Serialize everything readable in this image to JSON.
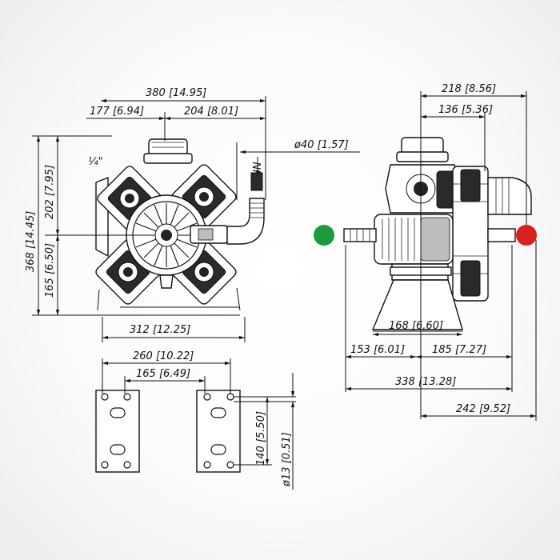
{
  "dims": {
    "w380": "380 [14.95]",
    "w177": "177 [6.94]",
    "w204": "204 [8.01]",
    "d40": "ø40 [1.57]",
    "in_label": "IN",
    "thread": "¼\"",
    "h368": "368 [14.45]",
    "h202": "202 [7.95]",
    "h165": "165 [6.50]",
    "w312": "312 [12.25]",
    "w260": "260 [10.22]",
    "w165": "165 [6.49]",
    "h140": "140 [5.50]",
    "d13": "ø13 [0.51]",
    "w218": "218 [8.56]",
    "w136": "136 [5.36]",
    "w168": "168 [6.60]",
    "w153": "153 [6.01]",
    "w185": "185 [7.27]",
    "w338": "338 [13.28]",
    "w242": "242 [9.52]"
  },
  "colors": {
    "left_marker": "#1a9c3c",
    "right_marker": "#d92020"
  }
}
